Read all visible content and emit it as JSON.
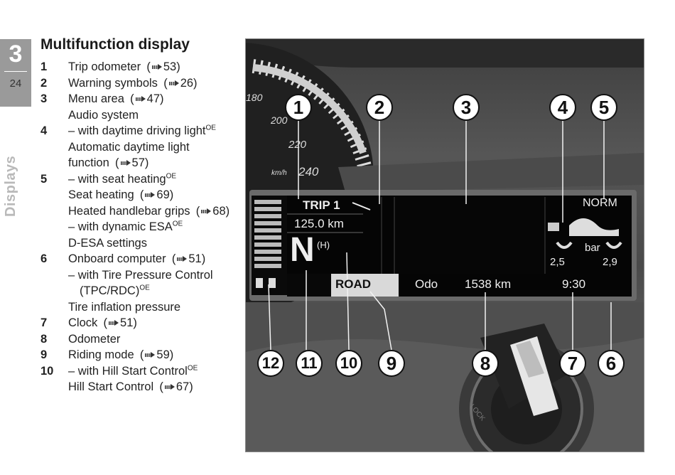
{
  "chapter": {
    "number": "3",
    "page": "24",
    "section_label": "Displays"
  },
  "title": "Multifunction display",
  "legend": [
    {
      "num": "1",
      "lines": [
        {
          "text": "Trip odometer",
          "ref": "53"
        }
      ]
    },
    {
      "num": "2",
      "lines": [
        {
          "text": "Warning symbols",
          "ref": "26"
        }
      ]
    },
    {
      "num": "3",
      "lines": [
        {
          "text": "Menu area",
          "ref": "47"
        },
        {
          "text": "Audio system"
        }
      ]
    },
    {
      "num": "4",
      "lines": [
        {
          "text": "– with daytime driving light",
          "sup": "OE",
          "hanging": true
        },
        {
          "text": "Automatic daytime light function",
          "ref": "57"
        }
      ]
    },
    {
      "num": "5",
      "lines": [
        {
          "text": "– with seat heating",
          "sup": "OE"
        },
        {
          "text": "Seat heating",
          "ref": "69"
        },
        {
          "text": "Heated handlebar grips",
          "ref": "68"
        },
        {
          "text": "– with dynamic ESA",
          "sup": "OE"
        },
        {
          "text": "D-ESA settings"
        }
      ]
    },
    {
      "num": "6",
      "lines": [
        {
          "text": "Onboard computer",
          "ref": "51"
        },
        {
          "text": "– with Tire Pressure Control (TPC/RDC)",
          "sup": "OE",
          "hanging": true
        },
        {
          "text": "Tire inflation pressure"
        }
      ]
    },
    {
      "num": "7",
      "lines": [
        {
          "text": "Clock",
          "ref": "51"
        }
      ]
    },
    {
      "num": "8",
      "lines": [
        {
          "text": "Odometer"
        }
      ]
    },
    {
      "num": "9",
      "lines": [
        {
          "text": "Riding mode",
          "ref": "59"
        }
      ]
    },
    {
      "num": "10",
      "lines": [
        {
          "text": "– with Hill Start Control",
          "sup": "OE"
        },
        {
          "text": "Hill Start Control",
          "ref": "67"
        }
      ]
    }
  ],
  "display": {
    "speedo_ticks": [
      "180",
      "200",
      "220",
      "240"
    ],
    "speed_unit": "km/h",
    "trip_label": "TRIP 1",
    "trip_value": "125.0 km",
    "gear": "N",
    "hill_start_symbol": "(H)",
    "mode_label": "ROAD",
    "odo_label": "Odo",
    "odo_value": "1538 km",
    "clock": "9:30",
    "damping_label": "NORM",
    "pressure_unit": "bar",
    "pressure_front": "2,5",
    "pressure_rear": "2,9",
    "lock_label": "LOCK"
  },
  "callouts": [
    "1",
    "2",
    "3",
    "4",
    "5",
    "6",
    "7",
    "8",
    "9",
    "10",
    "11",
    "12"
  ],
  "colors": {
    "tab": "#9a9a9a",
    "side_label": "#b9b9b9",
    "lcd": "#050505",
    "lcd_text": "#eeeeee"
  }
}
